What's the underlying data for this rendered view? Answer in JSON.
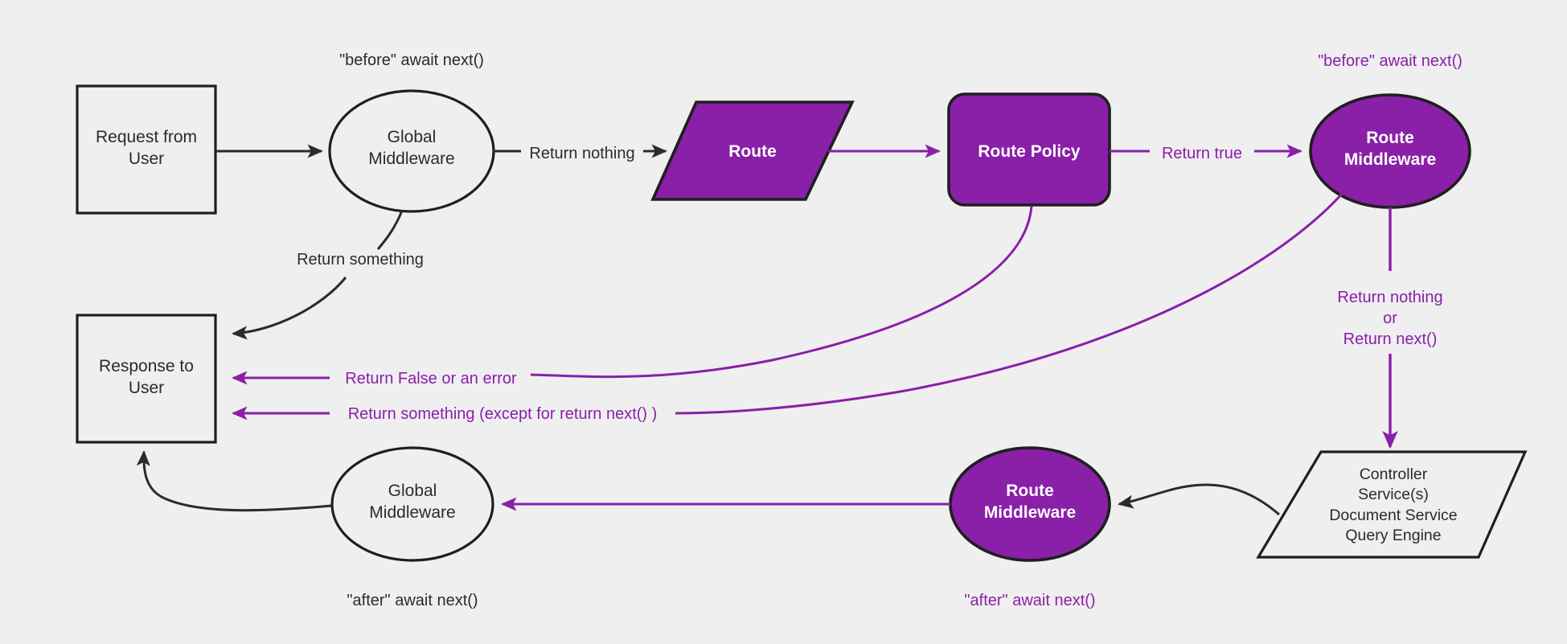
{
  "diagram": {
    "title": "Adonis request lifecycle middleware flow",
    "background_color": "#efefef",
    "accent_color": "#8a1fa8",
    "stroke_color": "#1f1f1f",
    "nodes": [
      {
        "id": "request",
        "label": "Request from\nUser",
        "shape": "rectangle",
        "fill": "#efefef",
        "text_color": "#2b2b2b"
      },
      {
        "id": "global-mw-top",
        "label": "Global\nMiddleware",
        "shape": "ellipse",
        "fill": "#efefef",
        "text_color": "#2b2b2b"
      },
      {
        "id": "route",
        "label": "Route",
        "shape": "parallelogram",
        "fill": "#8a1fa8",
        "text_color": "#ffffff"
      },
      {
        "id": "route-policy",
        "label": "Route Policy",
        "shape": "rounded-rect",
        "fill": "#8a1fa8",
        "text_color": "#ffffff"
      },
      {
        "id": "route-mw-top",
        "label": "Route\nMiddleware",
        "shape": "ellipse",
        "fill": "#8a1fa8",
        "text_color": "#ffffff"
      },
      {
        "id": "controller",
        "label": "Controller\nService(s)\nDocument Service\nQuery Engine",
        "shape": "parallelogram",
        "fill": "#efefef",
        "text_color": "#2b2b2b"
      },
      {
        "id": "route-mw-bottom",
        "label": "Route\nMiddleware",
        "shape": "ellipse",
        "fill": "#8a1fa8",
        "text_color": "#ffffff"
      },
      {
        "id": "global-mw-bottom",
        "label": "Global\nMiddleware",
        "shape": "ellipse",
        "fill": "#efefef",
        "text_color": "#2b2b2b"
      },
      {
        "id": "response",
        "label": "Response to\nUser",
        "shape": "rectangle",
        "fill": "#efefef",
        "text_color": "#2b2b2b"
      }
    ],
    "annotations": [
      {
        "id": "before-global",
        "text": "\"before\" await next()",
        "color": "#2b2b2b"
      },
      {
        "id": "before-route",
        "text": "\"before\" await next()",
        "color": "#8a1fa8"
      },
      {
        "id": "after-global",
        "text": "\"after\" await next()",
        "color": "#2b2b2b"
      },
      {
        "id": "after-route",
        "text": "\"after\" await next()",
        "color": "#8a1fa8"
      }
    ],
    "edges": [
      {
        "id": "request-to-global",
        "label": "",
        "color": "#2b2b2b"
      },
      {
        "id": "global-to-route",
        "label": "Return nothing",
        "color": "#2b2b2b"
      },
      {
        "id": "global-to-response",
        "label": "Return something",
        "color": "#2b2b2b"
      },
      {
        "id": "route-to-policy",
        "label": "",
        "color": "#8a1fa8"
      },
      {
        "id": "policy-to-route-mw",
        "label": "Return true",
        "color": "#8a1fa8"
      },
      {
        "id": "policy-to-response",
        "label": "Return False or an error",
        "color": "#8a1fa8"
      },
      {
        "id": "route-mw-to-response",
        "label": "Return something (except for return next() )",
        "color": "#8a1fa8"
      },
      {
        "id": "route-mw-to-controller",
        "label": "Return nothing\nor\nReturn next()",
        "color": "#8a1fa8"
      },
      {
        "id": "controller-to-route-mw-bot",
        "label": "",
        "color": "#2b2b2b"
      },
      {
        "id": "route-mw-bot-to-global-bot",
        "label": "",
        "color": "#8a1fa8"
      },
      {
        "id": "global-bot-to-response",
        "label": "",
        "color": "#2b2b2b"
      }
    ]
  }
}
